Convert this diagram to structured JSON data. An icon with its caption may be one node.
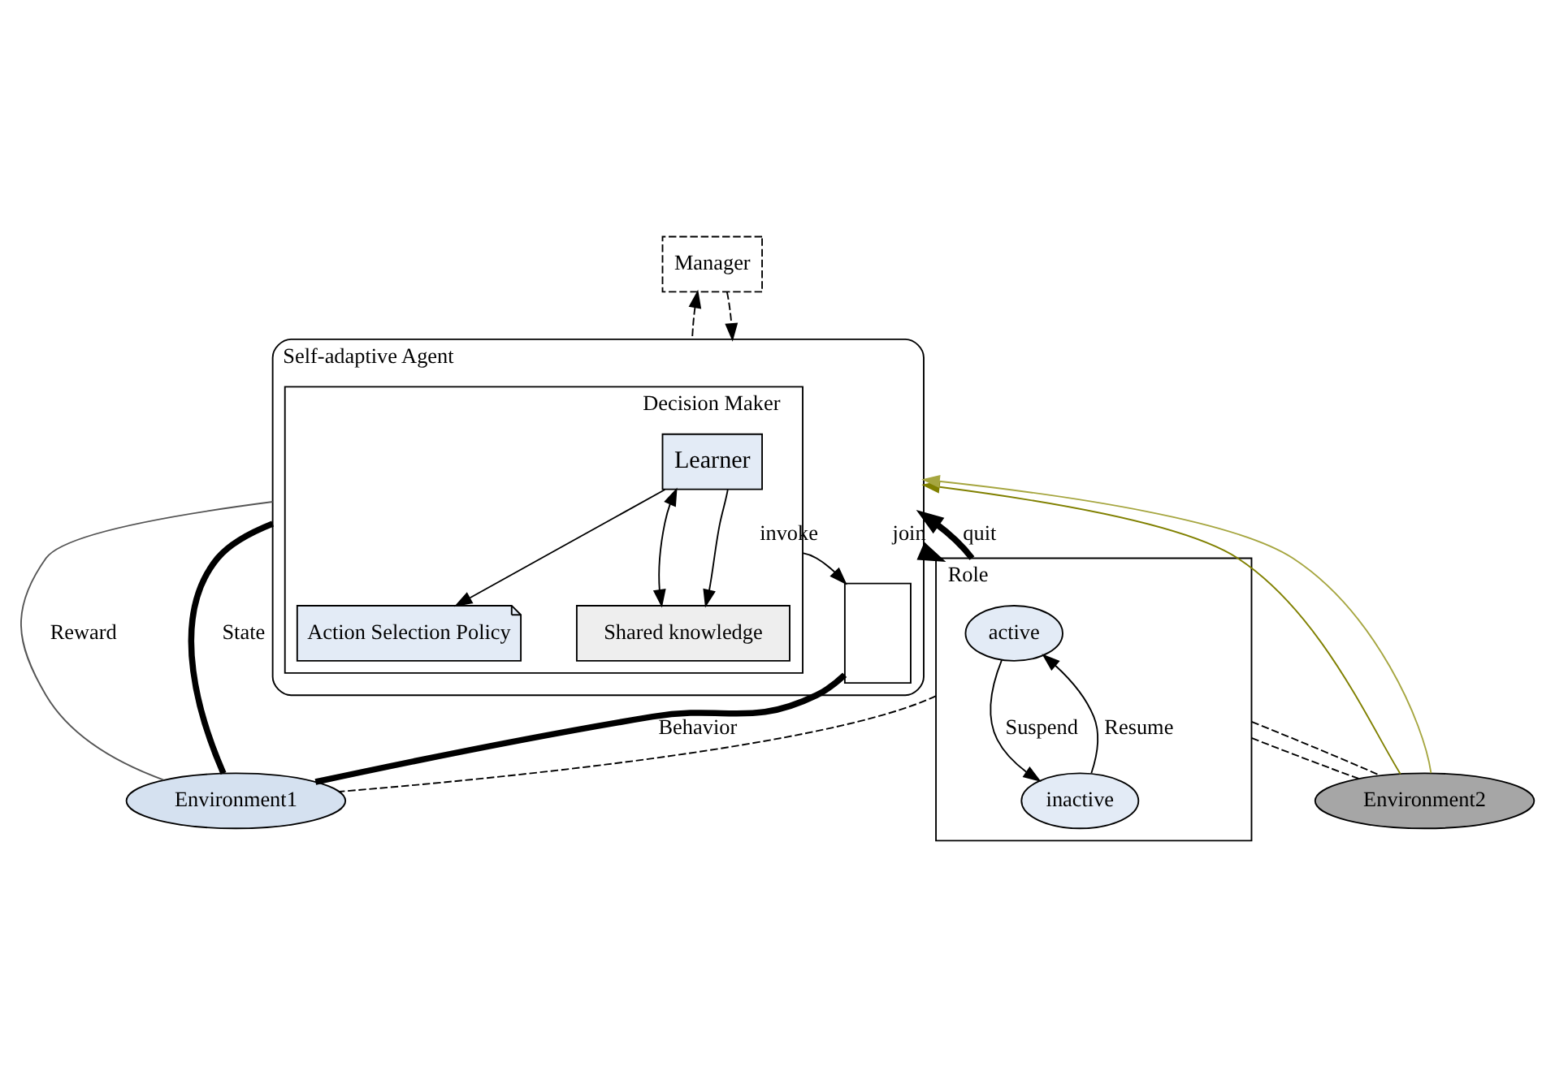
{
  "diagram": {
    "nodes": [
      {
        "text": [
          "Manager"
        ]
      },
      {
        "text": [
          "Self-adaptive Agent"
        ]
      },
      {
        "text": [
          "Decision Maker"
        ],
        "in": 1
      },
      {
        "text": [
          "Learner"
        ],
        "in": 2
      },
      {
        "text": [
          "Action Selection Policy"
        ],
        "in": 2
      },
      {
        "text": [
          "Shared knowledge"
        ],
        "in": 2
      },
      {
        "text": [],
        "shape": "box",
        "in": 1
      },
      {
        "text": [
          "Role"
        ]
      },
      {
        "text": [
          "active"
        ],
        "in": 7
      },
      {
        "text": [
          "inactive"
        ],
        "in": 7
      },
      {
        "text": [
          "Environment1"
        ]
      },
      {
        "text": [
          "Environment2"
        ]
      }
    ],
    "edges": [
      {
        "from": 1,
        "to": 0,
        "arrow": "to",
        "style": "dashed"
      },
      {
        "from": 0,
        "to": 1,
        "arrow": "to",
        "style": "dashed"
      },
      {
        "from": 3,
        "to": 4,
        "arrow": "to"
      },
      {
        "from": 3,
        "to": 5,
        "arrow": "both"
      },
      {
        "from": 3,
        "to": 5,
        "arrow": "to"
      },
      {
        "from": 2,
        "to": 6,
        "label": "invoke",
        "arrow": "to"
      },
      {
        "from": 1,
        "to": 7,
        "label": "join",
        "arrow": "to",
        "style": "thick"
      },
      {
        "from": 7,
        "to": 1,
        "label": "quit",
        "arrow": "to",
        "style": "thick"
      },
      {
        "from": 8,
        "to": 9,
        "label": "Suspend",
        "arrow": "to"
      },
      {
        "from": 9,
        "to": 8,
        "label": "Resume",
        "arrow": "to"
      },
      {
        "from": 6,
        "to": 10,
        "label": "Behavior",
        "arrow": "none",
        "style": "thick"
      },
      {
        "from": 7,
        "to": 10,
        "arrow": "none",
        "style": "dashed"
      },
      {
        "from": 7,
        "to": 11,
        "arrow": "none",
        "style": "dashed"
      },
      {
        "from": 7,
        "to": 11,
        "arrow": "none",
        "style": "dashed"
      },
      {
        "from": 10,
        "to": 1,
        "label": "Reward",
        "arrow": "none",
        "color": "#555555"
      },
      {
        "from": 10,
        "to": 1,
        "label": "State",
        "arrow": "none",
        "style": "thick"
      },
      {
        "from": 11,
        "to": 1,
        "arrow": "to",
        "color": "#808000"
      },
      {
        "from": 11,
        "to": 1,
        "arrow": "to",
        "color": "#a6a640"
      }
    ]
  }
}
